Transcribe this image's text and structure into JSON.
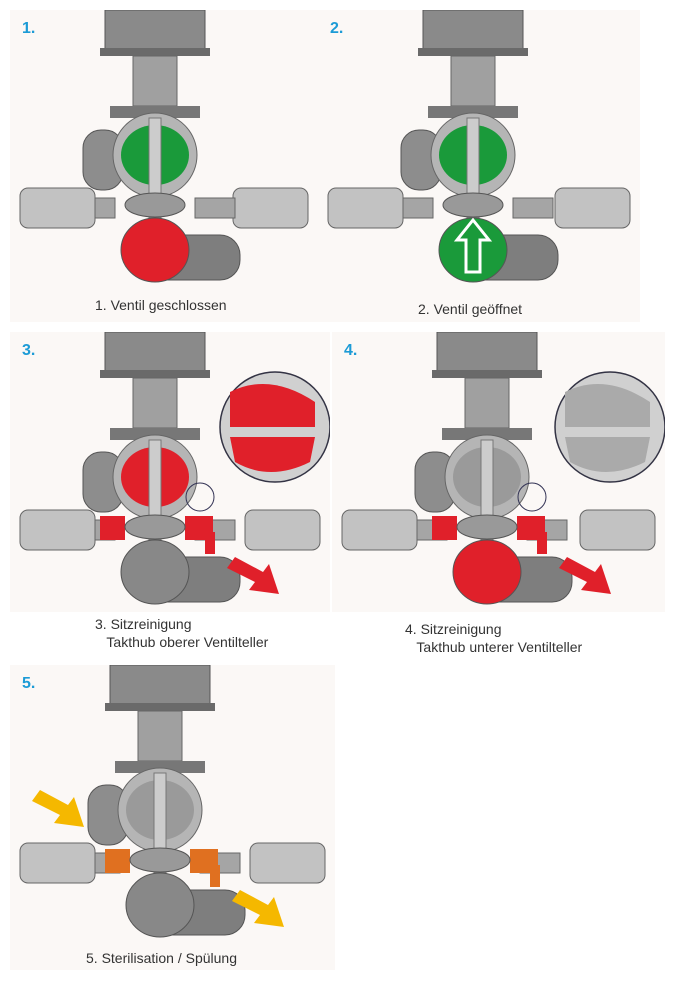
{
  "panels": [
    {
      "number": "1.",
      "caption": "1. Ventil geschlossen",
      "upper_color": "#1a9a3a",
      "lower_color": "#e0202a",
      "side_color": "",
      "arrow": "up-none",
      "detail": false
    },
    {
      "number": "2.",
      "caption": "2. Ventil geöffnet",
      "upper_color": "#1a9a3a",
      "lower_color": "#1a9a3a",
      "side_color": "",
      "arrow": "open-up",
      "detail": false
    },
    {
      "number": "3.",
      "caption": "3. Sitzreinigung",
      "caption2": "   Takthub oberer Ventilteller",
      "upper_color": "#e0202a",
      "lower_color": "#888888",
      "side_color": "#e0202a",
      "arrow": "out-red",
      "detail": true
    },
    {
      "number": "4.",
      "caption": "4. Sitzreinigung",
      "caption2": "   Takthub unterer Ventilteller",
      "upper_color": "#9a9a9a",
      "lower_color": "#e0202a",
      "side_color": "#e0202a",
      "arrow": "out-red",
      "detail": true
    },
    {
      "number": "5.",
      "caption": "5. Sterilisation / Spülung",
      "upper_color": "#9a9a9a",
      "lower_color": "#888888",
      "side_color": "#e07020",
      "arrow": "in-out-yellow",
      "detail": false
    }
  ],
  "colors": {
    "number": "#1c9bd6",
    "red_arrow": "#e0202a",
    "yellow_arrow": "#f5b800",
    "metal": "#9a9a9a"
  }
}
